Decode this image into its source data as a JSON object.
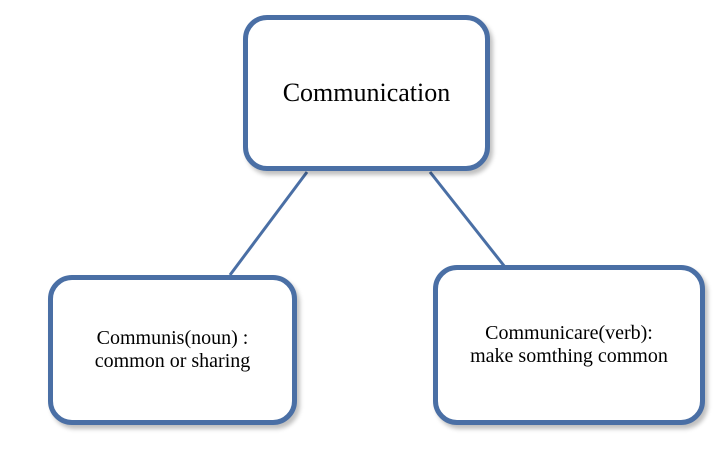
{
  "root": {
    "label": "Communication"
  },
  "left": {
    "line1": "Communis(noun) :",
    "line2": "common or sharing"
  },
  "right": {
    "line1": "Communicare(verb):",
    "line2": "make somthing common"
  },
  "colors": {
    "border": "#4a6fa5"
  }
}
